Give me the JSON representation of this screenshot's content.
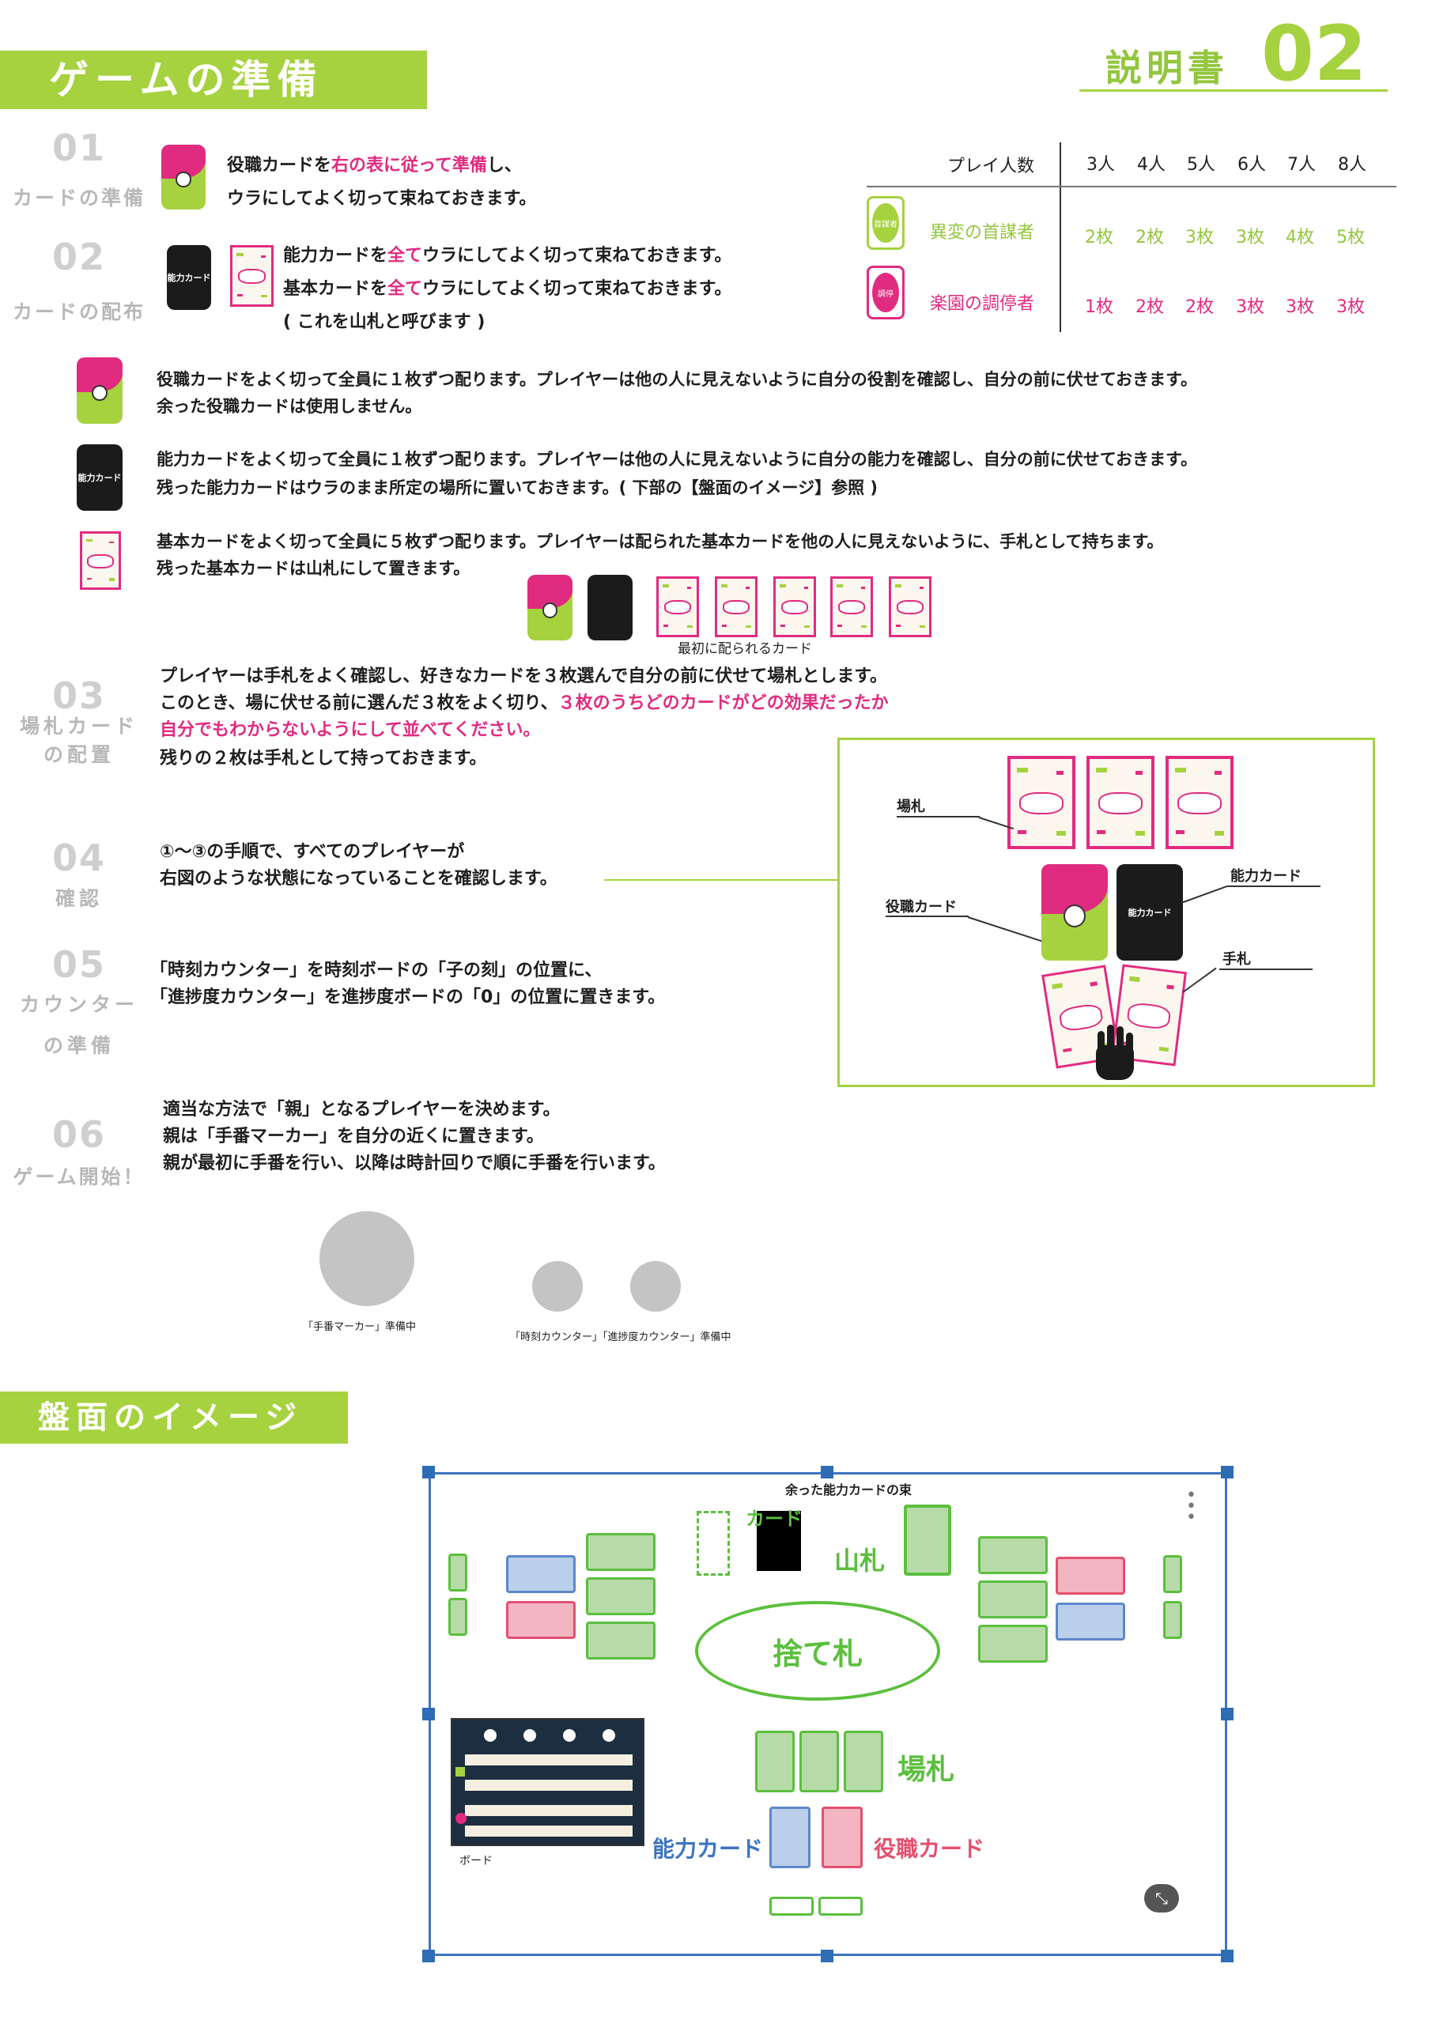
{
  "header": {
    "banner_title": "ゲームの準備",
    "manual_label": "説明書",
    "manual_number": "02"
  },
  "steps": {
    "s01": {
      "num": "01",
      "label": "カードの準備",
      "line1_a": "役職カードを",
      "line1_b": "右の表に従って準備",
      "line1_c": "し、",
      "line2": "ウラにしてよく切って束ねておきます。"
    },
    "s02": {
      "num": "02",
      "label": "カードの配布",
      "line1_a": "能力カードを",
      "line1_b": "全て",
      "line1_c": "ウラにしてよく切って束ねておきます。",
      "line2_a": "基本カードを",
      "line2_b": "全て",
      "line2_c": "ウラにしてよく切って束ねておきます。",
      "line3": "( これを山札と呼びます )"
    },
    "role_deal": {
      "line1": "役職カードをよく切って全員に１枚ずつ配ります。プレイヤーは他の人に見えないように自分の役割を確認し、自分の前に伏せておきます。",
      "line2": "余った役職カードは使用しません。"
    },
    "ability_deal": {
      "line1": "能力カードをよく切って全員に１枚ずつ配ります。プレイヤーは他の人に見えないように自分の能力を確認し、自分の前に伏せておきます。",
      "line2": "残った能力カードはウラのまま所定の場所に置いておきます。( 下部の【盤面のイメージ】参照 )"
    },
    "basic_deal": {
      "line1": "基本カードをよく切って全員に５枚ずつ配ります。プレイヤーは配られた基本カードを他の人に見えないように、手札として持ちます。",
      "line2": "残った基本カードは山札にして置きます。",
      "caption": "最初に配られるカード"
    },
    "s03": {
      "num": "03",
      "label1": "場札カード",
      "label2": "の配置",
      "line1": "プレイヤーは手札をよく確認し、好きなカードを３枚選んで自分の前に伏せて場札とします。",
      "line2_a": "このとき、場に伏せる前に選んだ３枚をよく切り、",
      "line2_b": "３枚のうちどのカードがどの効果だったか",
      "line3": "自分でもわからないようにして並べてください。",
      "line4": "残りの２枚は手札として持っておきます。"
    },
    "s04": {
      "num": "04",
      "label": "確認",
      "line1": "①～③の手順で、すべてのプレイヤーが",
      "line2": "右図のような状態になっていることを確認します。"
    },
    "s05": {
      "num": "05",
      "label1": "カウンター",
      "label2": "の準備",
      "line1": "「時刻カウンター」を時刻ボードの「子の刻」の位置に、",
      "line2": "「進捗度カウンター」を進捗度ボードの「0」の位置に置きます。"
    },
    "s06": {
      "num": "06",
      "label": "ゲーム開始！",
      "line1": "適当な方法で「親」となるプレイヤーを決めます。",
      "line2": "親は「手番マーカー」を自分の近くに置きます。",
      "line3": "親が最初に手番を行い、以降は時計回りで順に手番を行います。"
    }
  },
  "card_text": {
    "ability": "能力カード",
    "role_icon_1": "首謀者",
    "role_icon_2": "調停"
  },
  "table": {
    "header": "プレイ人数",
    "counts": [
      "3人",
      "4人",
      "5人",
      "6人",
      "7人",
      "8人"
    ],
    "rows": [
      {
        "name": "異変の首謀者",
        "values": [
          "2枚",
          "2枚",
          "3枚",
          "3枚",
          "4枚",
          "5枚"
        ],
        "color": "#93c63d"
      },
      {
        "name": "楽園の調停者",
        "values": [
          "1枚",
          "2枚",
          "2枚",
          "3枚",
          "3枚",
          "3枚"
        ],
        "color": "#e12b80"
      }
    ]
  },
  "diagram": {
    "field": "場札",
    "ability": "能力カード",
    "role": "役職カード",
    "hand": "手札"
  },
  "placeholders": {
    "turn_marker": "「手番マーカー」準備中",
    "counters": "「時刻カウンター」「進捗度カウンター」準備中"
  },
  "board_section": {
    "banner_title": "盤面のイメージ",
    "leftover_label": "余った能力カードの束",
    "discard": "捨て札",
    "deck": "山札",
    "deck_card": "カード",
    "field": "場札",
    "ability": "能力カード",
    "role": "役職カード",
    "board": "ボード"
  },
  "colors": {
    "accent_green": "#a6d23f",
    "accent_pink": "#e12b80",
    "step_gray": "#cfcfcf"
  }
}
